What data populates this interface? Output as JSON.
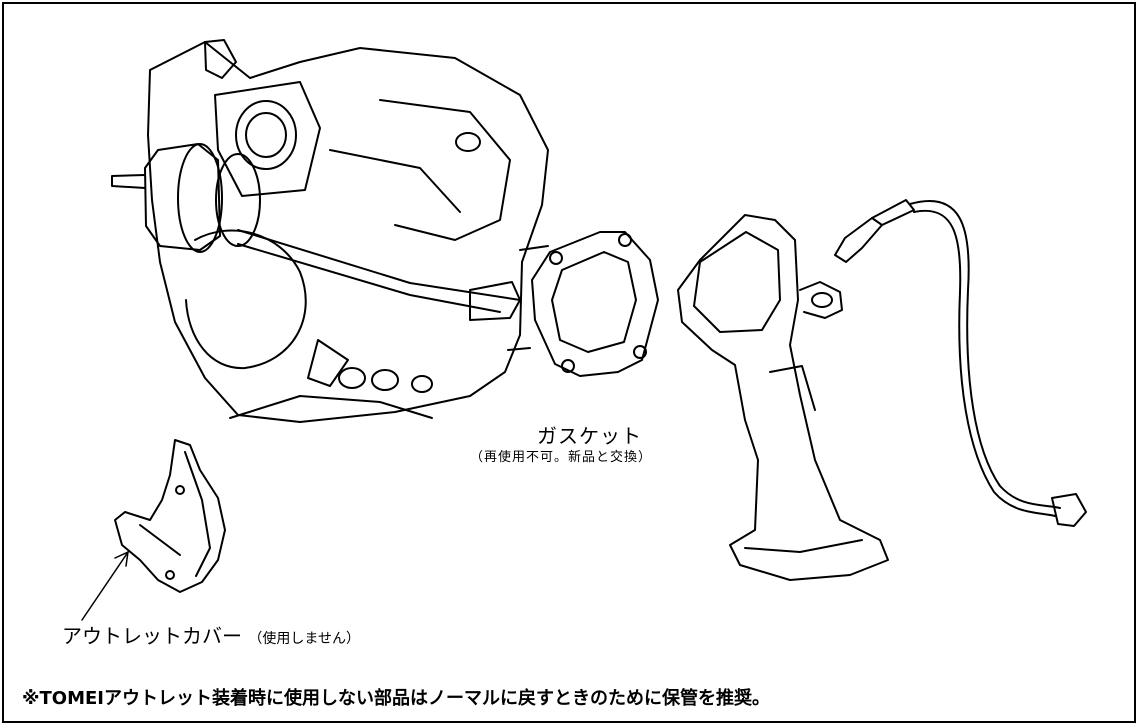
{
  "labels": {
    "gasket": "ガスケット",
    "gasket_note": "（再使用不可。新品と交換）",
    "outlet_cover": "アウトレットカバー",
    "outlet_cover_note": "（使用しません）"
  },
  "footnote": "※TOMEIアウトレット装着時に使用しない部品はノーマルに戻すときのために保管を推奨。",
  "parts": [
    "turbocharger",
    "gasket",
    "outlet-pipe",
    "o2-sensor",
    "outlet-cover"
  ]
}
